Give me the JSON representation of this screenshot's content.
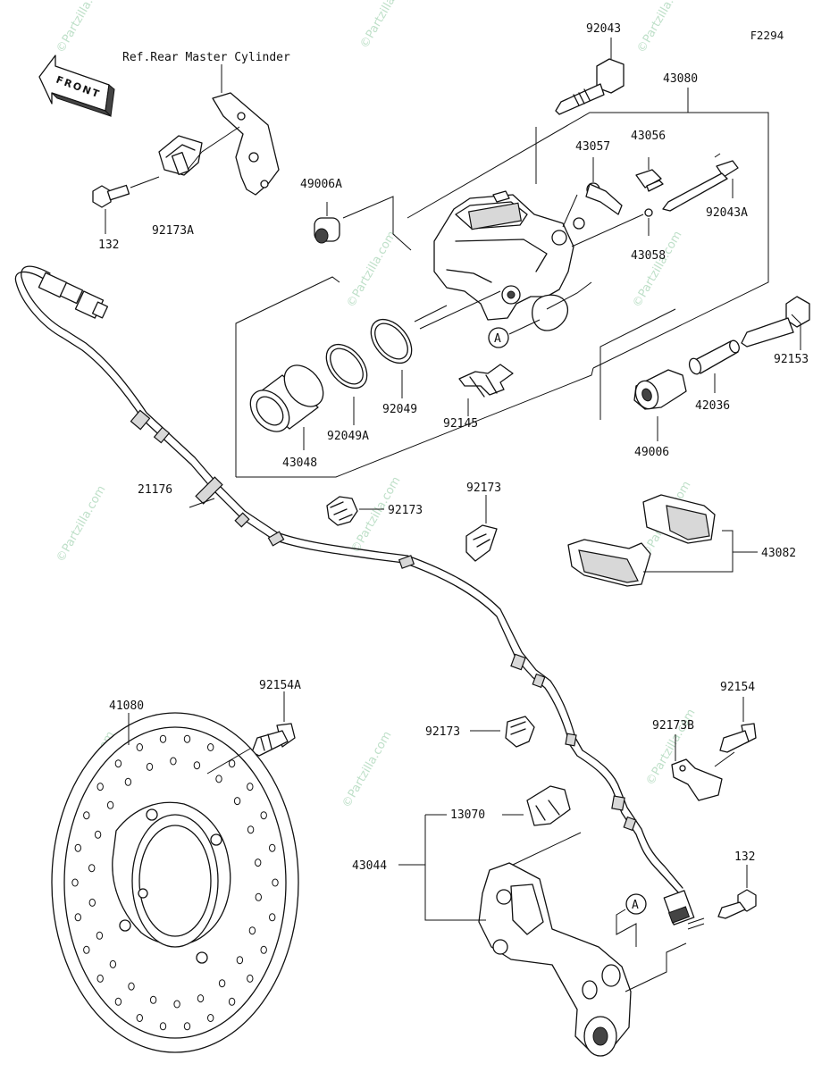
{
  "diagram": {
    "code": "F2294",
    "front_label": "FRONT",
    "reference": "Ref.Rear Master Cylinder",
    "callout": "A",
    "watermark": "©Partzilla.com",
    "parts": {
      "p92043": "92043",
      "p43080": "43080",
      "p43057": "43057",
      "p43056": "43056",
      "p49006A": "49006A",
      "p92043A": "92043A",
      "p92173A": "92173A",
      "p132_top": "132",
      "p43058": "43058",
      "p92153": "92153",
      "p92049": "92049",
      "p92145": "92145",
      "p92049A": "92049A",
      "p42036": "42036",
      "p43048": "43048",
      "p49006": "49006",
      "p21176": "21176",
      "p92173_a": "92173",
      "p92173_b": "92173",
      "p43082": "43082",
      "p92154A": "92154A",
      "p41080": "41080",
      "p92154": "92154",
      "p92173_c": "92173",
      "p92173B": "92173B",
      "p13070": "13070",
      "p43044": "43044",
      "p132_bottom": "132"
    }
  }
}
